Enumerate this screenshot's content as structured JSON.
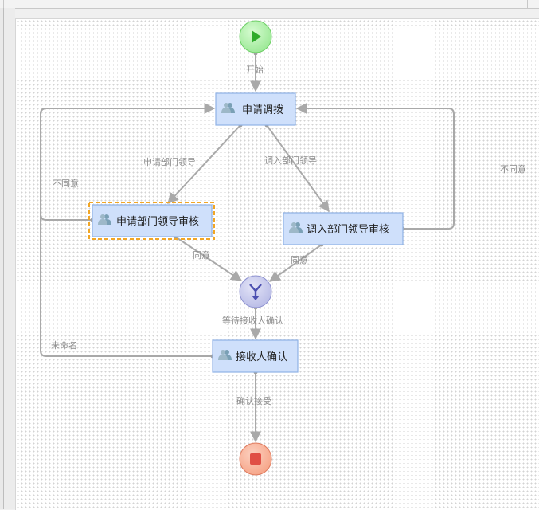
{
  "nodes": {
    "start": {
      "icon": "play-icon"
    },
    "apply": {
      "label": "申请调拨",
      "icon": "users-icon"
    },
    "apply_dept": {
      "label": "申请部门领导审核",
      "icon": "users-icon"
    },
    "transfer_dept": {
      "label": "调入部门领导审核",
      "icon": "users-icon"
    },
    "merge": {
      "icon": "merge-icon"
    },
    "receiver": {
      "label": "接收人确认",
      "icon": "users-icon"
    },
    "end": {
      "icon": "stop-icon"
    }
  },
  "edges": {
    "start": "开始",
    "apply_dept_leader": "申请部门领导",
    "transfer_dept_leader": "调入部门领导",
    "reject_left": "不同意",
    "reject_right": "不同意",
    "agree_left": "同意",
    "agree_right": "同意",
    "wait_confirm": "等待接收人确认",
    "unnamed": "未命名",
    "confirm_receive": "确认接受"
  },
  "colors": {
    "start_fill": "#a9f0a4",
    "start_icon": "#2eaa2a",
    "task_fill": "#cfe0fb",
    "merge_fill": "#c7c9ec",
    "end_fill": "#f9b49c",
    "end_icon": "#e04f45",
    "selection": "#f1a626"
  }
}
